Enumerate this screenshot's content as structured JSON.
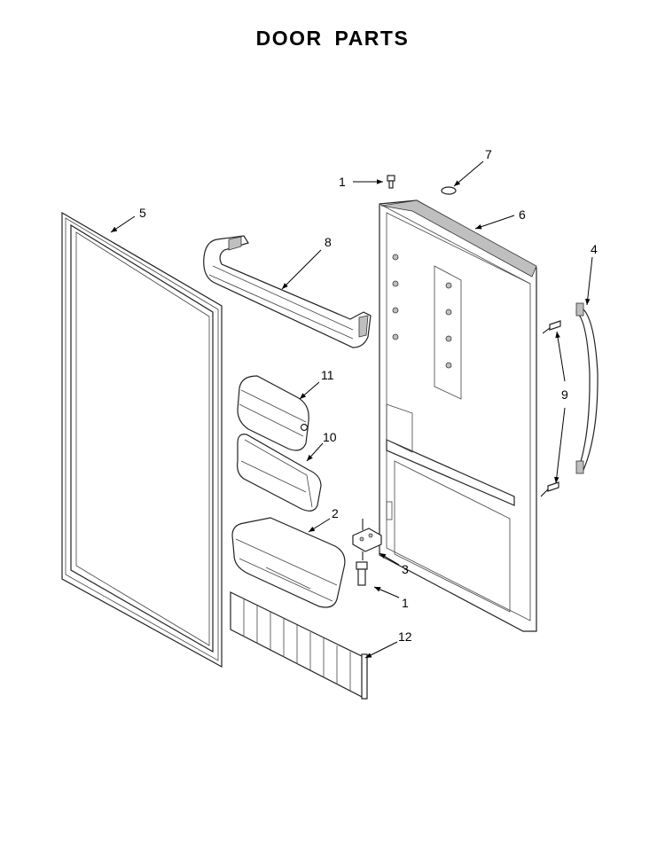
{
  "title": "DOOR PARTS",
  "callouts": {
    "c1_top": "1",
    "c7": "7",
    "c5": "5",
    "c6": "6",
    "c8": "8",
    "c4": "4",
    "c11": "11",
    "c9": "9",
    "c10": "10",
    "c2": "2",
    "c3": "3",
    "c1_bottom": "1",
    "c12": "12"
  }
}
